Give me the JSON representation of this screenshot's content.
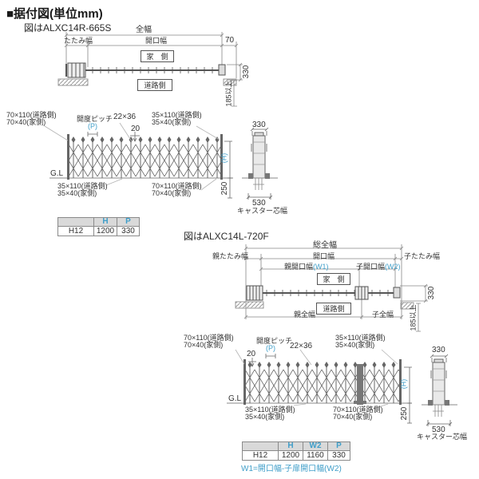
{
  "colors": {
    "accent": "#3f9ec9",
    "table_header_bg": "#d9d9d9",
    "text": "#333333"
  },
  "header": {
    "title": "■据付図(単位mm)",
    "subtitle_r": "図はALXC14R-665S",
    "subtitle_l": "図はALXC14L-720F"
  },
  "plan1": {
    "total_width": "全幅",
    "fold_width": "たたみ幅",
    "opening_width": "開口幅",
    "dim_70": "70",
    "house_side": "家　側",
    "road_side": "道路側",
    "dim_330": "330",
    "dim_185": "185以上"
  },
  "elev1": {
    "top_left_road": "70×110(道路側)",
    "top_left_house": "70×40(家側)",
    "pitch_label": "開度ピッチ",
    "pitch_p": "(P)",
    "dim_22x36": "22×36",
    "dim_20": "20",
    "top_right_road": "35×110(道路側)",
    "top_right_house": "35×40(家側)",
    "gl": "G.L",
    "bottom_left_road": "35×110(道路側)",
    "bottom_left_house": "35×40(家側)",
    "bottom_right_road": "70×110(道路側)",
    "bottom_right_house": "70×40(家側)",
    "dim_h": "(H)",
    "dim_250": "250"
  },
  "post1": {
    "dim_330": "330",
    "dim_530": "530",
    "caster": "キャスター芯幅"
  },
  "table1": {
    "headers": [
      "",
      "H",
      "P"
    ],
    "row": [
      "H12",
      "1200",
      "330"
    ]
  },
  "plan2": {
    "grand_total_width": "総全幅",
    "parent_fold_width": "親たたみ幅",
    "opening_width": "開口幅",
    "child_fold_width": "子たたみ幅",
    "parent_opening": "親開口幅",
    "parent_opening_w1": "(W1)",
    "child_opening": "子開口幅",
    "child_opening_w2": "(W2)",
    "house_side": "家　側",
    "road_side": "道路側",
    "parent_total": "親全幅",
    "child_total": "子全幅",
    "dim_330": "330",
    "dim_185": "185以上"
  },
  "elev2": {
    "top_left_road": "70×110(道路側)",
    "top_left_house": "70×40(家側)",
    "dim_20": "20",
    "pitch_label": "開度ピッチ",
    "pitch_p": "(P)",
    "dim_22x36": "22×36",
    "top_right_road": "35×110(道路側)",
    "top_right_house": "35×40(家側)",
    "gl": "G.L",
    "bottom_left_road": "35×110(道路側)",
    "bottom_left_house": "35×40(家側)",
    "bottom_right_road": "70×110(道路側)",
    "bottom_right_house": "70×40(家側)",
    "dim_h": "(H)",
    "dim_250": "250"
  },
  "post2": {
    "dim_330": "330",
    "dim_530": "530",
    "caster": "キャスター芯幅"
  },
  "table2": {
    "headers": [
      "",
      "H",
      "W2",
      "P"
    ],
    "row": [
      "H12",
      "1200",
      "1160",
      "330"
    ]
  },
  "note": "W1=開口幅-子扉開口幅(W2)"
}
